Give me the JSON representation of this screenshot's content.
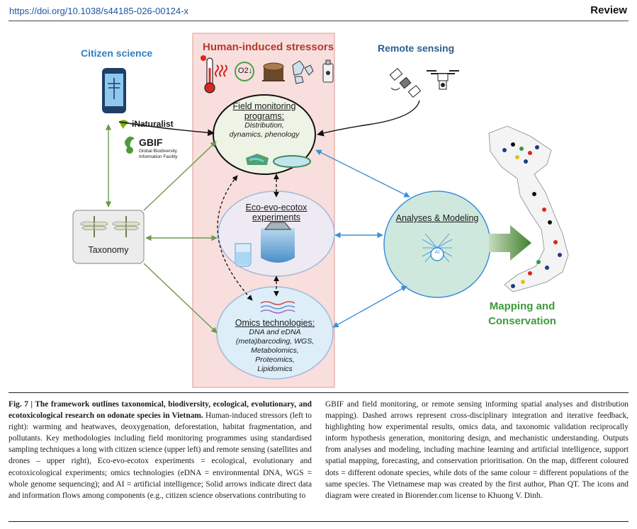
{
  "header": {
    "doi": "https://doi.org/10.1038/s44185-026-00124-x",
    "article_type": "Review"
  },
  "figure": {
    "stressors_title": "Human-induced stressors",
    "oxygen_badge": "O2↓",
    "citizen_science": "Citizen science",
    "remote_sensing": "Remote sensing",
    "inaturalist": "iNaturalist",
    "gbif": "GBIF",
    "gbif_sub1": "Global Biodiversity",
    "gbif_sub2": "Information Facility",
    "taxonomy": "Taxonomy",
    "field_title1": "Field monitoring",
    "field_title2": "programs",
    "field_colon": ":",
    "field_sub1": "Distribution,",
    "field_sub2": "dynamics, phenology",
    "eco_title1": "Eco-evo-ecotox",
    "eco_title2": "experiments",
    "omics_title": "Omics technologies",
    "omics_colon": ":",
    "omics_sub": [
      "DNA and eDNA",
      "(meta)barcoding, WGS,",
      "Metabolomics,",
      "Proteomics,",
      "Lipidomics"
    ],
    "analyses": "Analyses & Modeling",
    "ai_badge": "AI",
    "mapping1": "Mapping and",
    "mapping2": "Conservation",
    "colors": {
      "stressor_panel": "#f8dedd",
      "field_node": "#edf4e6",
      "eco_node": "#eeeaf4",
      "omics_node": "#ddeef8",
      "analysis_node": "#cfe8de",
      "green_arrow": "#6a9a4e",
      "blue_arrow": "#3b8fd6",
      "big_arrow": "#3f7f2b",
      "mapping_text": "#3f9a3a"
    }
  },
  "caption": {
    "fig_label": "Fig. 7 | The framework outlines taxonomical, biodiversity, ecological, evolutionary, and ecotoxicological research on odonate species in Vietnam.",
    "left_text": "Human-induced stressors (left to right): warming and heatwaves, deoxygenation, deforestation, habitat fragmentation, and pollutants. Key methodologies including field monitoring programmes using standardised sampling techniques a long with citizen science (upper left) and remote sensing (satellites and drones – upper right), Eco-evo-ecotox experiments = ecological, evolutionary and ecotoxicological experiments; omics technologies (eDNA = environmental DNA, WGS = whole genome sequencing); and AI = artificial intelligence; Solid arrows indicate direct data and information flows among components (e.g., citizen science observations contributing to",
    "right_text": "GBIF and field monitoring, or remote sensing informing spatial analyses and distribution mapping). Dashed arrows represent cross-disciplinary integration and iterative feedback, highlighting how experimental results, omics data, and taxonomic validation reciprocally inform hypothesis generation, monitoring design, and mechanistic understanding. Outputs from analyses and modeling, including machine learning and artificial intelligence, support spatial mapping, forecasting, and conservation prioritisation. On the map, different coloured dots = different odonate species, while dots of the same colour = different populations of the same species. The Vietnamese map was created by the first author, Phan QT. The icons and diagram were created in Biorender.com license to Khuong V. Dinh."
  }
}
